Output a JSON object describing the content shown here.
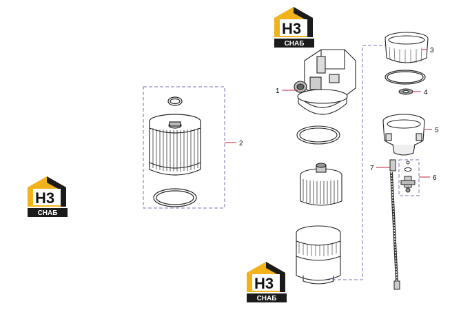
{
  "logo": {
    "mark": "H3",
    "sub": "CHAБ",
    "accent": "#f2b21b",
    "dark": "#1b1b1b"
  },
  "callouts": [
    {
      "id": "1",
      "label": "1"
    },
    {
      "id": "2",
      "label": "2"
    },
    {
      "id": "3",
      "label": "3"
    },
    {
      "id": "4",
      "label": "4"
    },
    {
      "id": "5",
      "label": "5"
    },
    {
      "id": "6",
      "label": "6"
    },
    {
      "id": "7",
      "label": "7"
    }
  ],
  "colors": {
    "leader": "#c0223a",
    "dash": "#7b6fb0",
    "line": "#222222"
  }
}
